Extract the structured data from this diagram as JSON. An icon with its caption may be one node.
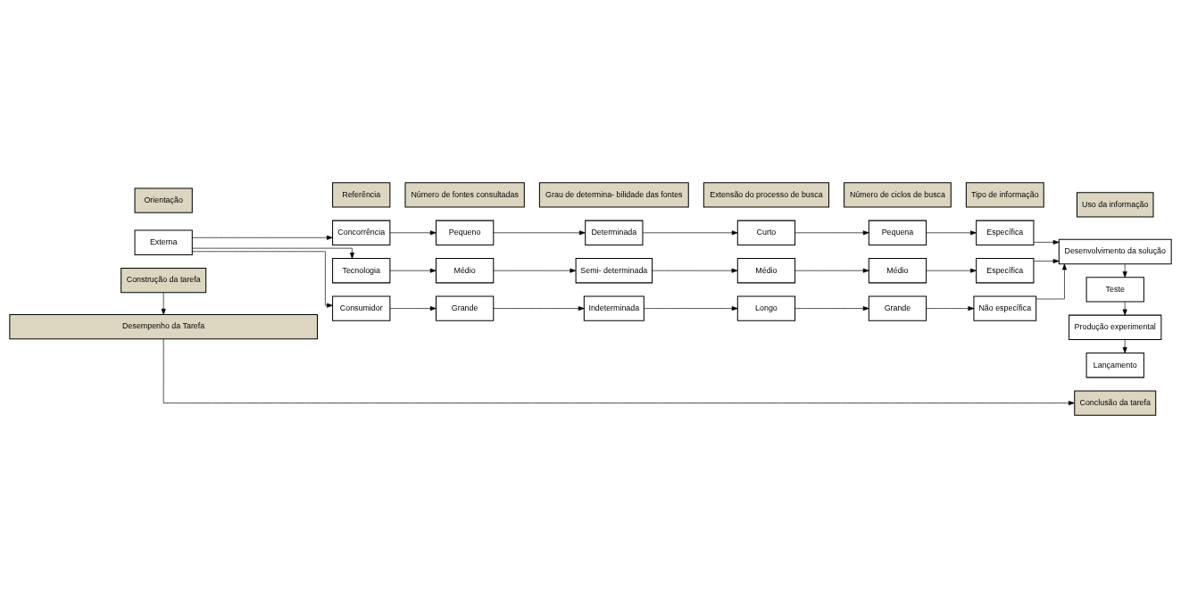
{
  "diagram": {
    "nodes": [
      {
        "text": [
          "Orientação"
        ]
      },
      {
        "text": [
          "Referência"
        ]
      },
      {
        "text": [
          "Número de fontes consultadas"
        ]
      },
      {
        "text": [
          "Grau de determina- bilidade das fontes"
        ]
      },
      {
        "text": [
          "Extensão do processo de busca"
        ]
      },
      {
        "text": [
          "Número de ciclos de busca"
        ]
      },
      {
        "text": [
          "Tipo de informação"
        ]
      },
      {
        "text": [
          "Uso da informação"
        ]
      },
      {
        "text": [
          "Externa"
        ]
      },
      {
        "text": [
          "Concorrência"
        ]
      },
      {
        "text": [
          "Pequeno"
        ]
      },
      {
        "text": [
          "Determinada"
        ]
      },
      {
        "text": [
          "Curto"
        ]
      },
      {
        "text": [
          "Pequena"
        ]
      },
      {
        "text": [
          "Específica"
        ]
      },
      {
        "text": [
          "Tecnologia"
        ]
      },
      {
        "text": [
          "Médio"
        ]
      },
      {
        "text": [
          "Semi- determinada"
        ]
      },
      {
        "text": [
          "Médio"
        ]
      },
      {
        "text": [
          "Médio"
        ]
      },
      {
        "text": [
          "Específica"
        ]
      },
      {
        "text": [
          "Consumidor"
        ]
      },
      {
        "text": [
          "Grande"
        ]
      },
      {
        "text": [
          "Indeterminada"
        ]
      },
      {
        "text": [
          "Longo"
        ]
      },
      {
        "text": [
          "Grande"
        ]
      },
      {
        "text": [
          "Não específica"
        ]
      },
      {
        "text": [
          "Desenvolvimento da solução"
        ]
      },
      {
        "text": [
          "Teste"
        ]
      },
      {
        "text": [
          "Produção experimental"
        ]
      },
      {
        "text": [
          "Lançamento"
        ]
      },
      {
        "text": [
          "Construção da tarefa"
        ]
      },
      {
        "text": [
          "Desempenho da Tarefa"
        ]
      },
      {
        "text": [
          "Conclusão da tarefa"
        ]
      }
    ],
    "edges": [
      {
        "from": 8,
        "to": 9,
        "arrow": "to"
      },
      {
        "from": 8,
        "to": 15,
        "arrow": "to"
      },
      {
        "from": 8,
        "to": 21,
        "arrow": "to"
      },
      {
        "from": 9,
        "to": 10,
        "arrow": "to"
      },
      {
        "from": 10,
        "to": 11,
        "arrow": "to"
      },
      {
        "from": 11,
        "to": 12,
        "arrow": "to"
      },
      {
        "from": 12,
        "to": 13,
        "arrow": "to"
      },
      {
        "from": 13,
        "to": 14,
        "arrow": "to"
      },
      {
        "from": 15,
        "to": 16,
        "arrow": "to"
      },
      {
        "from": 16,
        "to": 17,
        "arrow": "to"
      },
      {
        "from": 17,
        "to": 18,
        "arrow": "to"
      },
      {
        "from": 18,
        "to": 19,
        "arrow": "to"
      },
      {
        "from": 19,
        "to": 20,
        "arrow": "to"
      },
      {
        "from": 21,
        "to": 22,
        "arrow": "to"
      },
      {
        "from": 22,
        "to": 23,
        "arrow": "to"
      },
      {
        "from": 23,
        "to": 24,
        "arrow": "to"
      },
      {
        "from": 24,
        "to": 25,
        "arrow": "to"
      },
      {
        "from": 25,
        "to": 26,
        "arrow": "to"
      },
      {
        "from": 14,
        "to": 27,
        "arrow": "to"
      },
      {
        "from": 20,
        "to": 27,
        "arrow": "to"
      },
      {
        "from": 26,
        "to": 27,
        "arrow": "to"
      },
      {
        "from": 27,
        "to": 28,
        "arrow": "to"
      },
      {
        "from": 28,
        "to": 29,
        "arrow": "to"
      },
      {
        "from": 29,
        "to": 30,
        "arrow": "to"
      },
      {
        "from": 31,
        "to": 32,
        "arrow": "to"
      },
      {
        "from": 32,
        "to": 33,
        "arrow": "to"
      }
    ]
  }
}
